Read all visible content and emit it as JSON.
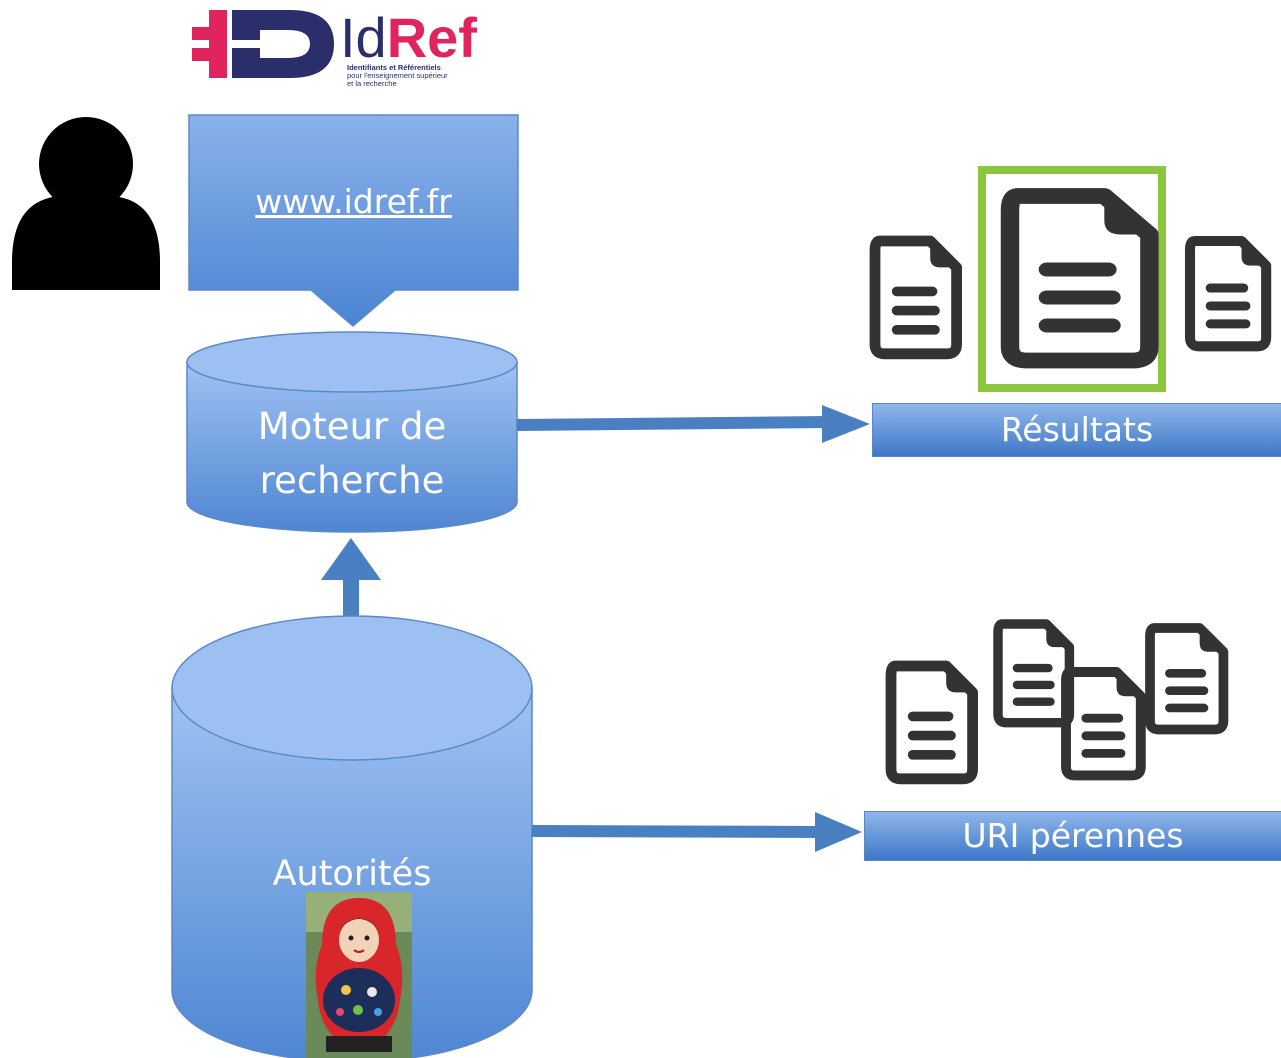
{
  "logo": {
    "name_part1": "Id",
    "name_part2": "Ref",
    "tagline_line1": "Identifiants et Référentiels",
    "tagline_line2": "pour l'enseignement supérieur",
    "tagline_line3": "et la recherche",
    "colors": {
      "navy": "#2a2f6b",
      "pink": "#e0245e"
    }
  },
  "website_box": {
    "label": "www.idref.fr"
  },
  "search_engine": {
    "label_line1": "Moteur de",
    "label_line2": "recherche"
  },
  "authorities": {
    "label": "Autorités"
  },
  "results_bar": {
    "label": "Résultats"
  },
  "uri_bar": {
    "label": "URI pérennes"
  },
  "icons": {
    "user": "user-silhouette-icon",
    "document": "document-icon",
    "doll": "matryoshka-doll-image"
  },
  "colors": {
    "shape_fill_top": "#a7c8f2",
    "shape_fill_bottom": "#4a82d0",
    "arrow": "#4a7fc1",
    "highlight": "#8cc63f",
    "icon_dark": "#333333"
  }
}
